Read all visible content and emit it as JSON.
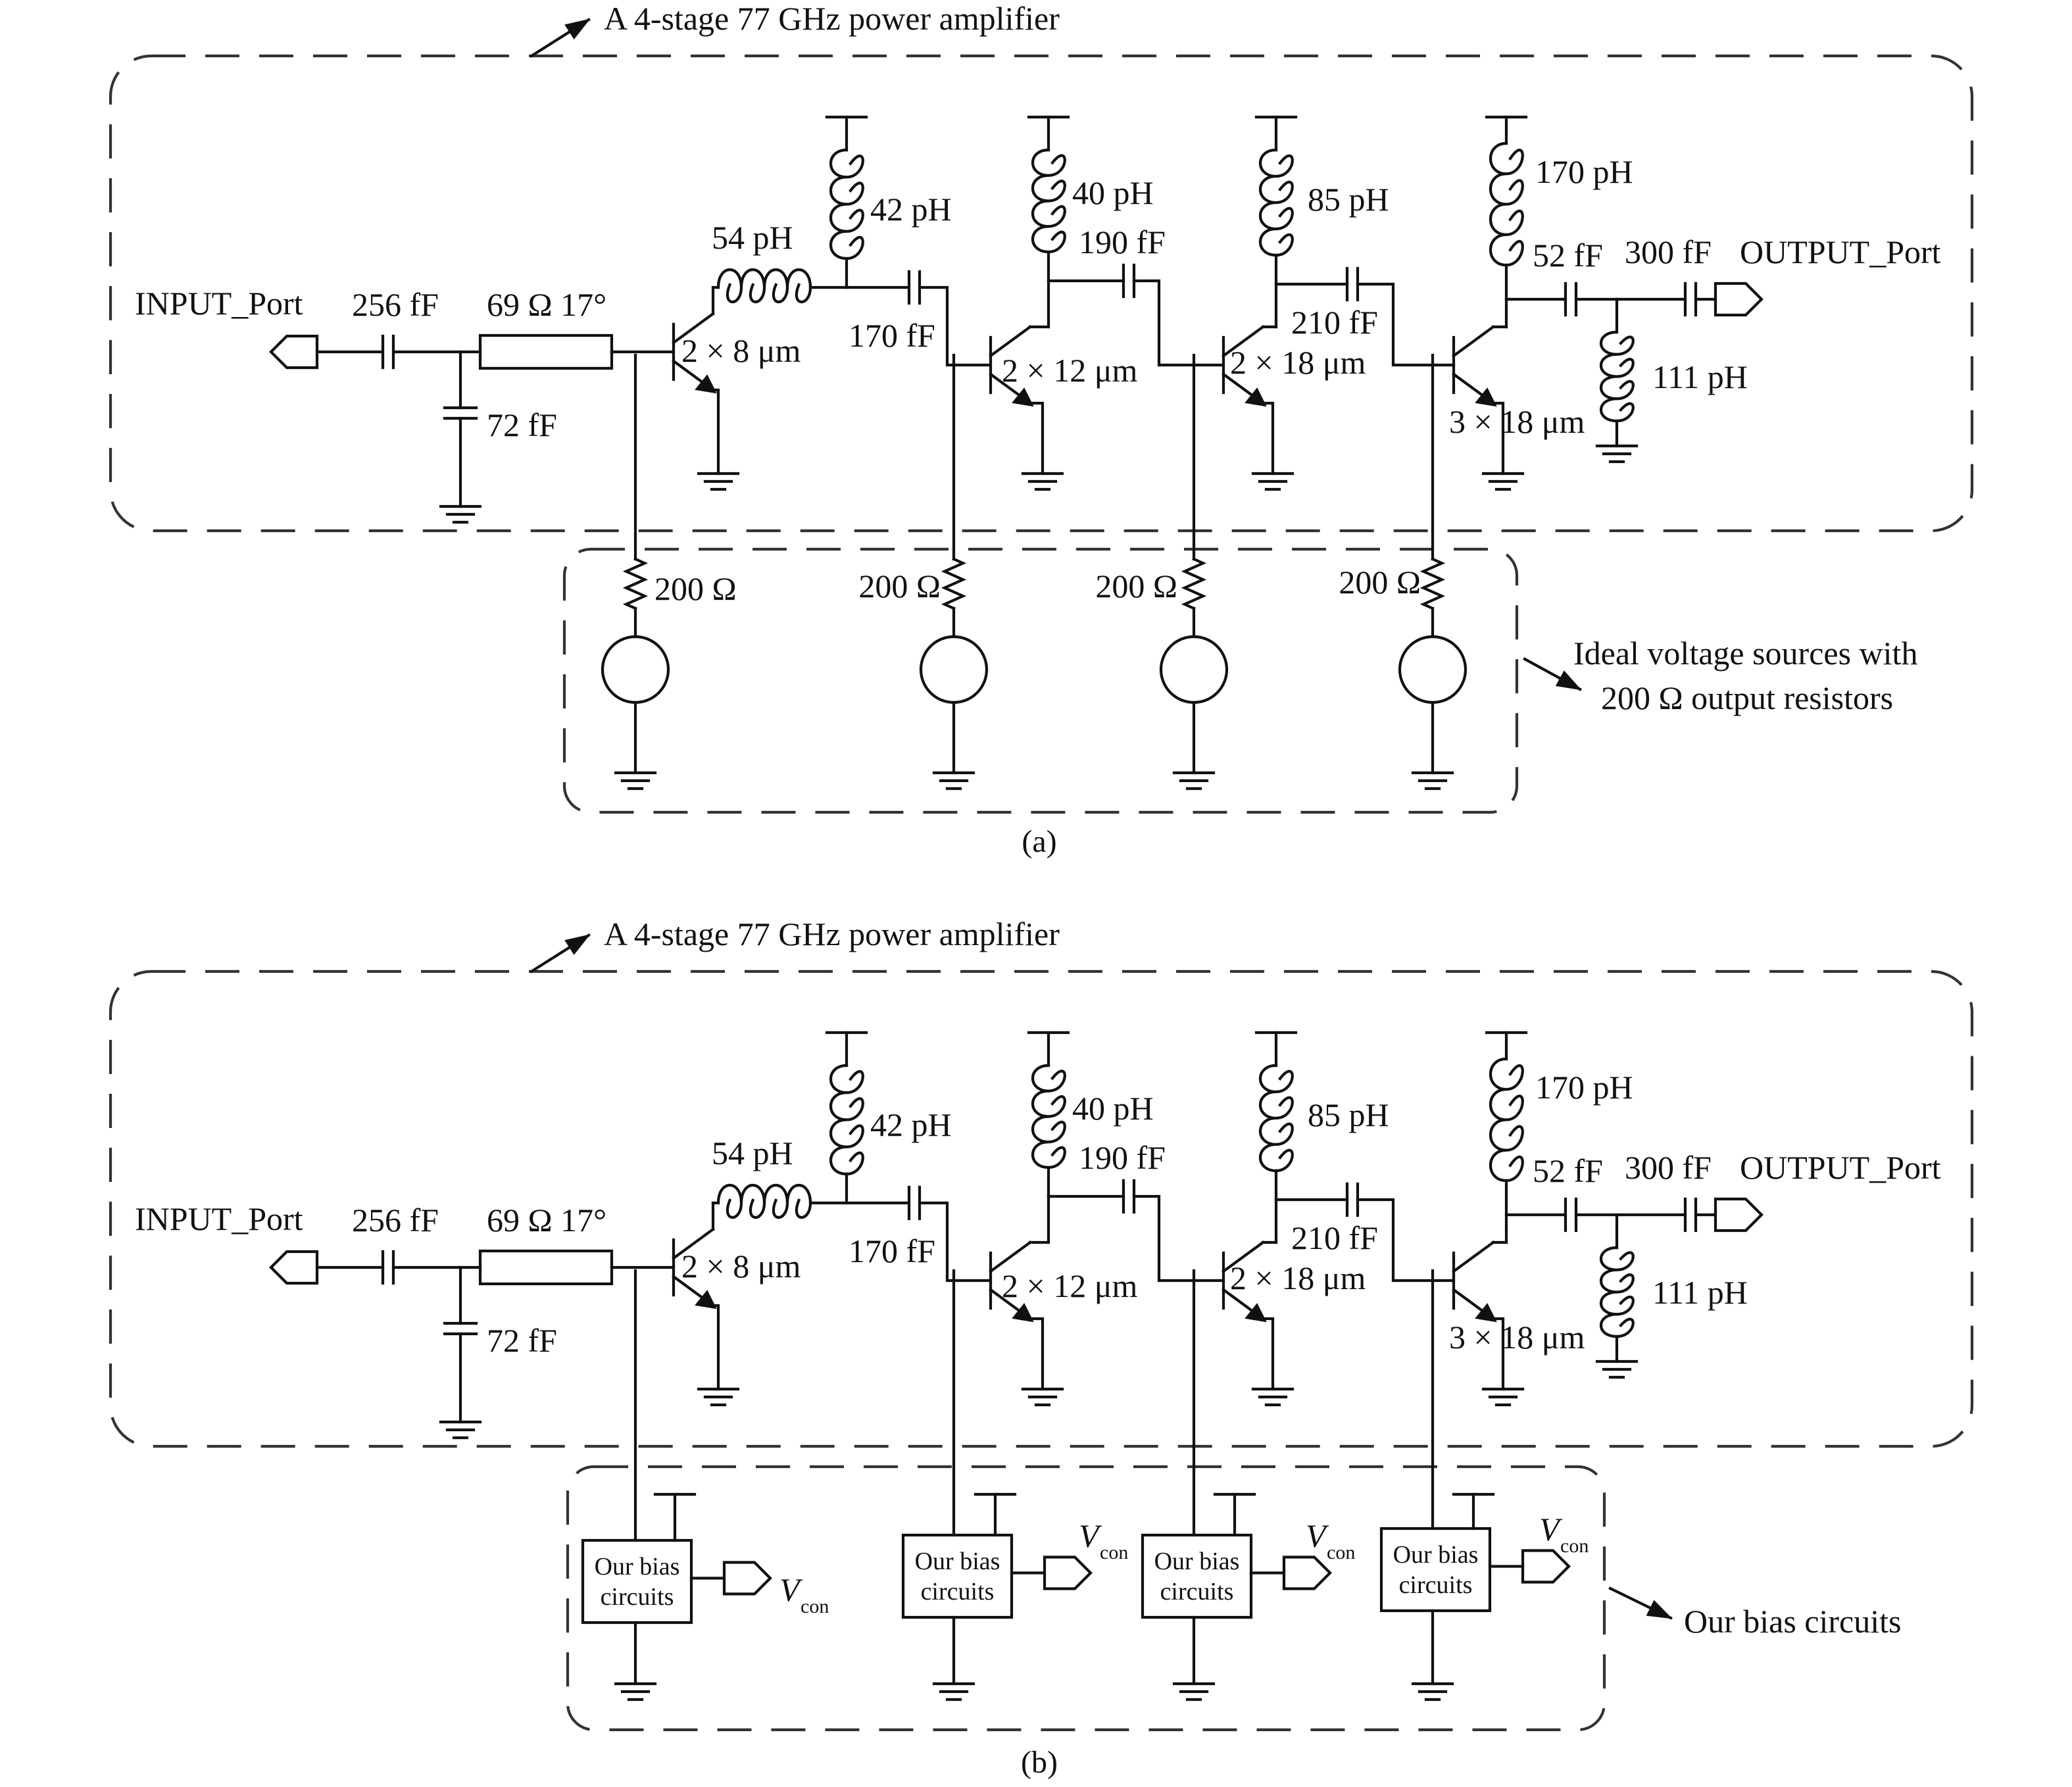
{
  "panel_a": {
    "header": "A 4-stage 77 GHz power amplifier",
    "input_port": "INPUT_Port",
    "output_port": "OUTPUT_Port",
    "input_cap": "256 fF",
    "tline": "69 Ω 17°",
    "shunt_cap": "72 fF",
    "series_ind": "54 pH",
    "coupling_cap_1": "170 fF",
    "coupling_cap_2": "190 fF",
    "coupling_cap_3": "210 fF",
    "output_cap_1": "52 fF",
    "output_cap_2": "300 fF",
    "load_ind_1": "42 pH",
    "load_ind_2": "40 pH",
    "load_ind_3": "85 pH",
    "load_ind_4": "170 pH",
    "shunt_ind": "111 pH",
    "transistor_1": "2 × 8 μm",
    "transistor_2": "2 × 12 μm",
    "transistor_3": "2 × 18 μm",
    "transistor_4": "3 × 18 μm",
    "bias_res_1": "200 Ω",
    "bias_res_2": "200 Ω",
    "bias_res_3": "200 Ω",
    "bias_res_4": "200 Ω",
    "bias_note_line1": "Ideal voltage sources with",
    "bias_note_line2": "200 Ω output resistors",
    "caption": "(a)"
  },
  "panel_b": {
    "header": "A 4-stage 77 GHz power amplifier",
    "input_port": "INPUT_Port",
    "output_port": "OUTPUT_Port",
    "input_cap": "256 fF",
    "tline": "69 Ω 17°",
    "shunt_cap": "72 fF",
    "series_ind": "54 pH",
    "coupling_cap_1": "170 fF",
    "coupling_cap_2": "190 fF",
    "coupling_cap_3": "210 fF",
    "output_cap_1": "52 fF",
    "output_cap_2": "300 fF",
    "load_ind_1": "42 pH",
    "load_ind_2": "40 pH",
    "load_ind_3": "85 pH",
    "load_ind_4": "170 pH",
    "shunt_ind": "111 pH",
    "transistor_1": "2 × 8 μm",
    "transistor_2": "2 × 12 μm",
    "transistor_3": "2 × 18 μm",
    "transistor_4": "3 × 18 μm",
    "bias_box_line1": "Our bias",
    "bias_box_line2": "circuits",
    "vcon_main": "V",
    "vcon_sub": "con",
    "bias_note": "Our bias circuits",
    "caption": "(b)"
  }
}
